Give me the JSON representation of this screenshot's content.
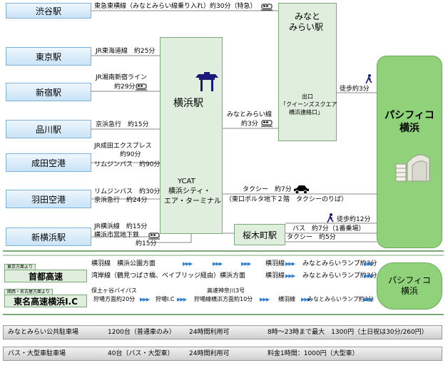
{
  "origins": {
    "shibuya": "渋谷駅",
    "tokyo": "東京駅",
    "shinjuku": "新宿駅",
    "shinagawa": "品川駅",
    "narita": "成田空港",
    "haneda": "羽田空港",
    "shinyokohama": "新横浜駅"
  },
  "hubs": {
    "minatomirai_l1": "みなと",
    "minatomirai_l2": "みらい駅",
    "minatomirai_exit_l1": "出口",
    "minatomirai_exit_l2": "「クイーンズスクエア",
    "minatomirai_exit_l3": "横浜連絡口」",
    "yokohama": "横浜駅",
    "ycat_l1": "YCAT",
    "ycat_l2": "横浜シティ・",
    "ycat_l3": "エア・ターミナル",
    "sakuragicho": "桜木町駅",
    "pacifico_l1": "パシフィコ",
    "pacifico_l2": "横浜",
    "pacifico2_l1": "パシフィコ",
    "pacifico2_l2": "横浜"
  },
  "routes": {
    "shibuya": "東急東横線（みなとみらい線乗り入れ）約30分（特急）",
    "tokyo": "JR東海道線　約25分",
    "shinjuku_l1": "JR湘南新宿ライン",
    "shinjuku_l2": "約29分",
    "shinagawa": "京浜急行　約15分",
    "narita_l1": "JR成田エクスプレス",
    "narita_l2": "約90分",
    "narita_l3": "リムジンバス　約90分",
    "haneda_l1": "リムジンバス　約30分",
    "haneda_l2": "京浜急行　約24分",
    "shinyokohama_l1": "JR横浜線　約15分",
    "shinyokohama_l2": "横浜市営地下鉄",
    "shinyokohama_l3": "約15分",
    "yokohama_to_minatomirai_l1": "みなとみらい線",
    "yokohama_to_minatomirai_l2": "約3分",
    "minatomirai_walk": "徒歩約3分",
    "taxi_l1": "タクシー　約7分",
    "taxi_l2": "（東口ポルタ地下２階　タクシーのりば）",
    "sakuragicho_walk": "徒歩約12分",
    "sakuragicho_bus": "バス　約7分（1番乗場）",
    "sakuragicho_taxi": "タクシー　約5分"
  },
  "highways": {
    "shuto_tag": "東京方面より",
    "shuto": "首都高速",
    "shuto_r1_a": "横羽線　横浜公園方面",
    "shuto_r1_b": "横羽線",
    "shuto_r1_c": "みなとみらいランプ約3分",
    "shuto_r2_a": "湾岸線（鶴見つばさ橋、ベイブリッジ経由）横浜方面",
    "shuto_r2_b": "横羽線",
    "shuto_r2_c": "みなとみらいランプ約3分",
    "tomei_tag": "関西・名古屋方面より",
    "tomei": "東名高速横浜I.C",
    "tomei_a1": "保土ヶ谷バイパス",
    "tomei_a2": "狩場方面約20分",
    "tomei_b": "狩場I.C",
    "tomei_c1": "高速神奈川3号",
    "tomei_c2": "狩場線横浜方面約10分",
    "tomei_d": "横羽線",
    "tomei_e": "みなとみらいランプ約3分",
    "arrows": "▶▶▶"
  },
  "parking": [
    {
      "name": "みなとみらい公共駐車場",
      "capacity": "1200台（普通車のみ）",
      "hours": "24時間利用可",
      "fee": "8時〜23時まで最大　1300円（土日祝は30分/260円）"
    },
    {
      "name": "バス・大型車駐車場",
      "capacity": "40台（バス・大型車）",
      "hours": "24時間利用可",
      "fee": "料金1時間：1000円（大型車）"
    }
  ],
  "icons": {
    "train": "train-icon",
    "walk": "walking-person-icon",
    "car": "car-icon",
    "pagoda": "pagoda-icon",
    "building": "building-icon"
  },
  "colors": {
    "origin_fill": "#c9e3f7",
    "hub_fill": "#dfeedd",
    "pacifico_fill": "#8fd27a",
    "arrow": "#2f7fd0",
    "navy": "#1a1a7a"
  }
}
